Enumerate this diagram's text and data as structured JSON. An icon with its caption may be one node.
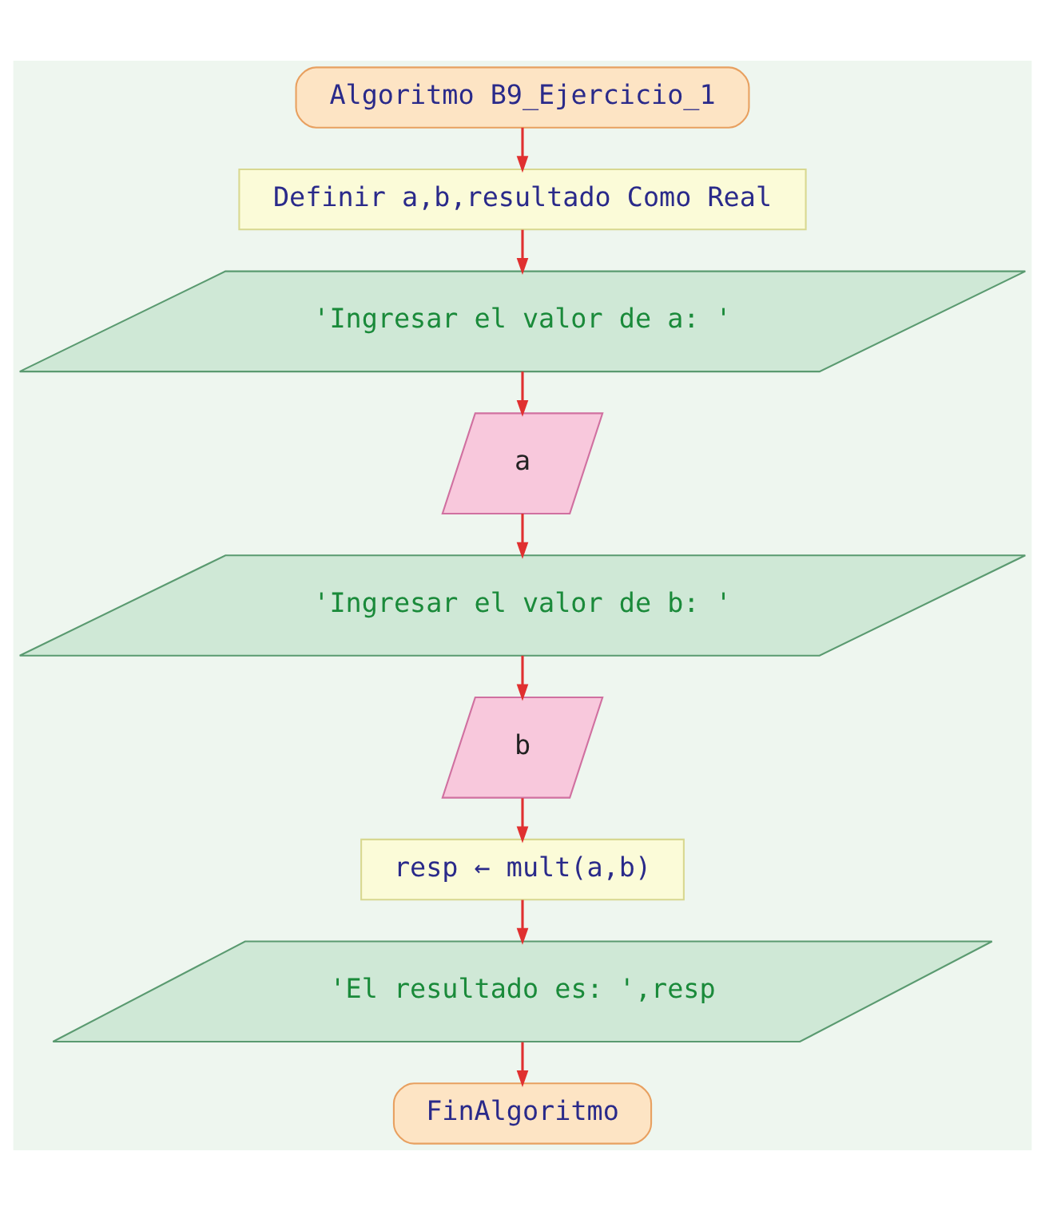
{
  "diagram": {
    "nodes": [
      {
        "text": [
          "Algoritmo B9_Ejercicio_1"
        ]
      },
      {
        "text": [
          "Definir a,b,resultado Como Real"
        ]
      },
      {
        "text": [
          "'Ingresar el valor de a: '"
        ]
      },
      {
        "text": [
          "a"
        ]
      },
      {
        "text": [
          "'Ingresar el valor de b: '"
        ]
      },
      {
        "text": [
          "b"
        ]
      },
      {
        "text": [
          "resp ← mult(a,b)"
        ]
      },
      {
        "text": [
          "'El resultado es: ',resp"
        ]
      },
      {
        "text": [
          "FinAlgoritmo"
        ]
      }
    ],
    "edges": [
      {
        "from": 0,
        "to": 1,
        "arrow": "to"
      },
      {
        "from": 1,
        "to": 2,
        "arrow": "to"
      },
      {
        "from": 2,
        "to": 3,
        "arrow": "to"
      },
      {
        "from": 3,
        "to": 4,
        "arrow": "to"
      },
      {
        "from": 4,
        "to": 5,
        "arrow": "to"
      },
      {
        "from": 5,
        "to": 6,
        "arrow": "to"
      },
      {
        "from": 6,
        "to": 7,
        "arrow": "to"
      },
      {
        "from": 7,
        "to": 8,
        "arrow": "to"
      }
    ]
  }
}
